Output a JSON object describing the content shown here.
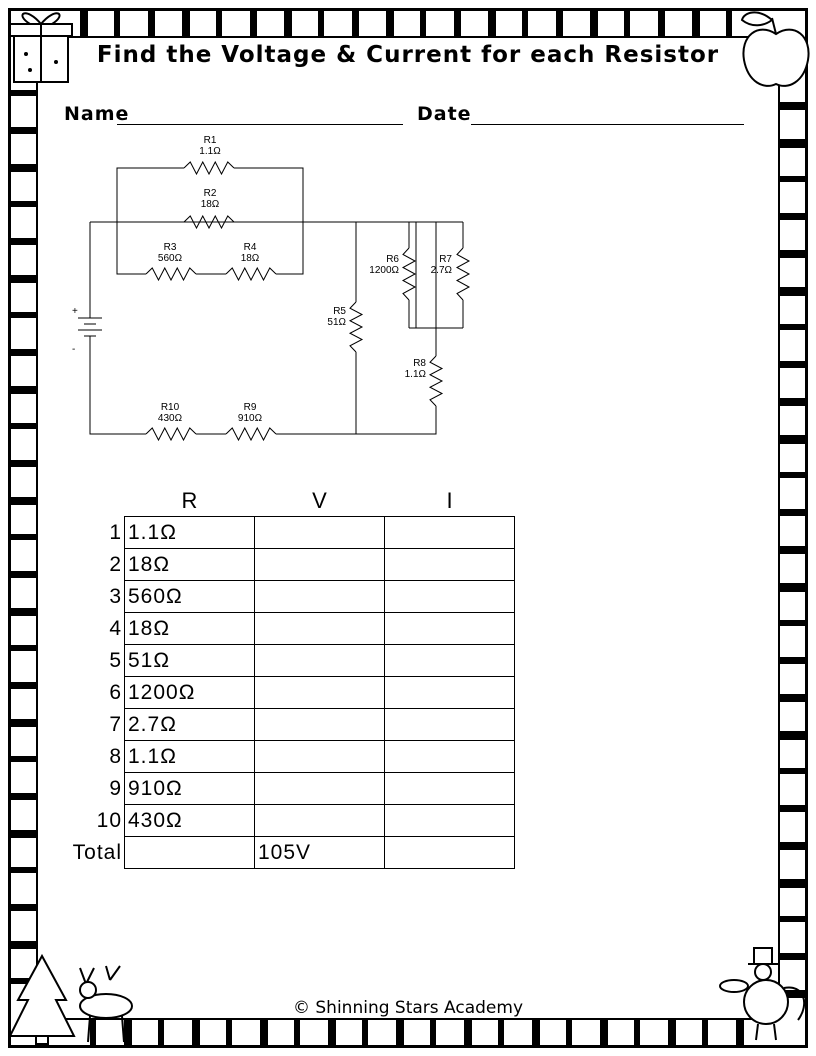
{
  "title": "Find the Voltage & Current for each Resistor",
  "form": {
    "name_label": "Name",
    "date_label": "Date"
  },
  "circuit": {
    "resistors": [
      {
        "id": "R1",
        "value": "1.1Ω"
      },
      {
        "id": "R2",
        "value": "18Ω"
      },
      {
        "id": "R3",
        "value": "560Ω"
      },
      {
        "id": "R4",
        "value": "18Ω"
      },
      {
        "id": "R5",
        "value": "51Ω"
      },
      {
        "id": "R6",
        "value": "1200Ω"
      },
      {
        "id": "R7",
        "value": "2.7Ω"
      },
      {
        "id": "R8",
        "value": "1.1Ω"
      },
      {
        "id": "R9",
        "value": "910Ω"
      },
      {
        "id": "R10",
        "value": "430Ω"
      }
    ],
    "battery_plus": "+",
    "battery_minus": "-"
  },
  "table": {
    "headers": [
      "R",
      "V",
      "I"
    ],
    "rows": [
      {
        "n": "1",
        "r": "1.1Ω",
        "v": "",
        "i": ""
      },
      {
        "n": "2",
        "r": "18Ω",
        "v": "",
        "i": ""
      },
      {
        "n": "3",
        "r": "560Ω",
        "v": "",
        "i": ""
      },
      {
        "n": "4",
        "r": "18Ω",
        "v": "",
        "i": ""
      },
      {
        "n": "5",
        "r": "51Ω",
        "v": "",
        "i": ""
      },
      {
        "n": "6",
        "r": "1200Ω",
        "v": "",
        "i": ""
      },
      {
        "n": "7",
        "r": "2.7Ω",
        "v": "",
        "i": ""
      },
      {
        "n": "8",
        "r": "1.1Ω",
        "v": "",
        "i": ""
      },
      {
        "n": "9",
        "r": "910Ω",
        "v": "",
        "i": ""
      },
      {
        "n": "10",
        "r": "430Ω",
        "v": "",
        "i": ""
      },
      {
        "n": "Total",
        "r": "",
        "v": "105V",
        "i": ""
      }
    ]
  },
  "footer": "© Shinning Stars Academy"
}
